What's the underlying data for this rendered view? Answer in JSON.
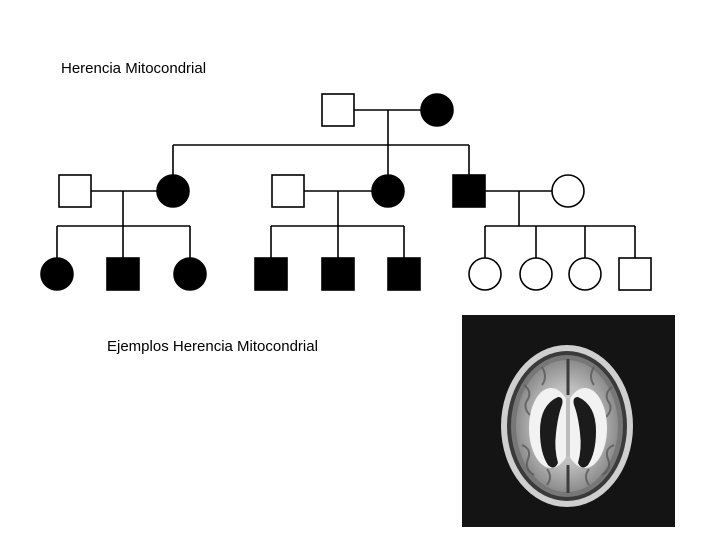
{
  "slide": {
    "title": "Herencia Mitocondrial",
    "subtitle": "Ejemplos Herencia Mitocondrial"
  },
  "pedigree": {
    "colors": {
      "affected": "#000000",
      "unaffected": "#ffffff",
      "line": "#000000"
    },
    "generations": [
      {
        "members": [
          {
            "sex": "male",
            "affected": false
          },
          {
            "sex": "female",
            "affected": true
          }
        ]
      },
      {
        "members": [
          {
            "sex": "male",
            "affected": false
          },
          {
            "sex": "female",
            "affected": true
          },
          {
            "sex": "male",
            "affected": false
          },
          {
            "sex": "female",
            "affected": true
          },
          {
            "sex": "male",
            "affected": true
          },
          {
            "sex": "female",
            "affected": false
          }
        ]
      },
      {
        "members": [
          {
            "sex": "female",
            "affected": true
          },
          {
            "sex": "male",
            "affected": true
          },
          {
            "sex": "female",
            "affected": true
          },
          {
            "sex": "male",
            "affected": true
          },
          {
            "sex": "male",
            "affected": true
          },
          {
            "sex": "male",
            "affected": true
          },
          {
            "sex": "female",
            "affected": false
          },
          {
            "sex": "female",
            "affected": false
          },
          {
            "sex": "female",
            "affected": false
          },
          {
            "sex": "male",
            "affected": false
          }
        ]
      }
    ]
  },
  "image": {
    "name": "brain-mri-axial"
  }
}
